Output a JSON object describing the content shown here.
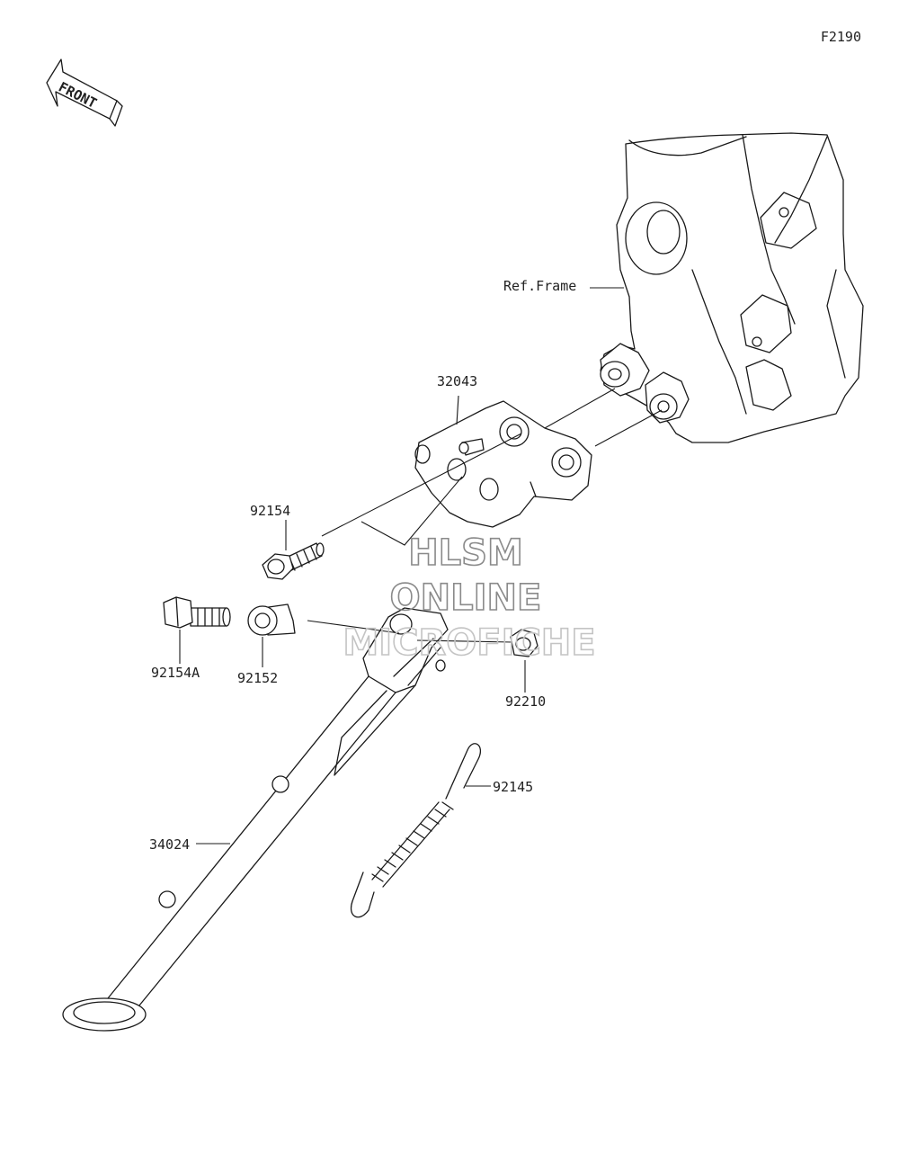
{
  "figure_code": "F2190",
  "front_arrow": {
    "text": "FRONT",
    "icon": "front-direction-arrow-icon"
  },
  "parts": [
    {
      "id": "ref-frame",
      "label": "Ref.Frame"
    },
    {
      "id": "32043",
      "label": "32043"
    },
    {
      "id": "92154",
      "label": "92154"
    },
    {
      "id": "92154A",
      "label": "92154A"
    },
    {
      "id": "92152",
      "label": "92152"
    },
    {
      "id": "92210",
      "label": "92210"
    },
    {
      "id": "92145",
      "label": "92145"
    },
    {
      "id": "34024",
      "label": "34024"
    }
  ],
  "watermark": {
    "line1": "HLSM",
    "line2": "ONLINE",
    "line3": "MICROFICHE"
  },
  "colors": {
    "line": "#1a1a1a",
    "watermark": "#8a8a8a",
    "background": "#ffffff"
  }
}
